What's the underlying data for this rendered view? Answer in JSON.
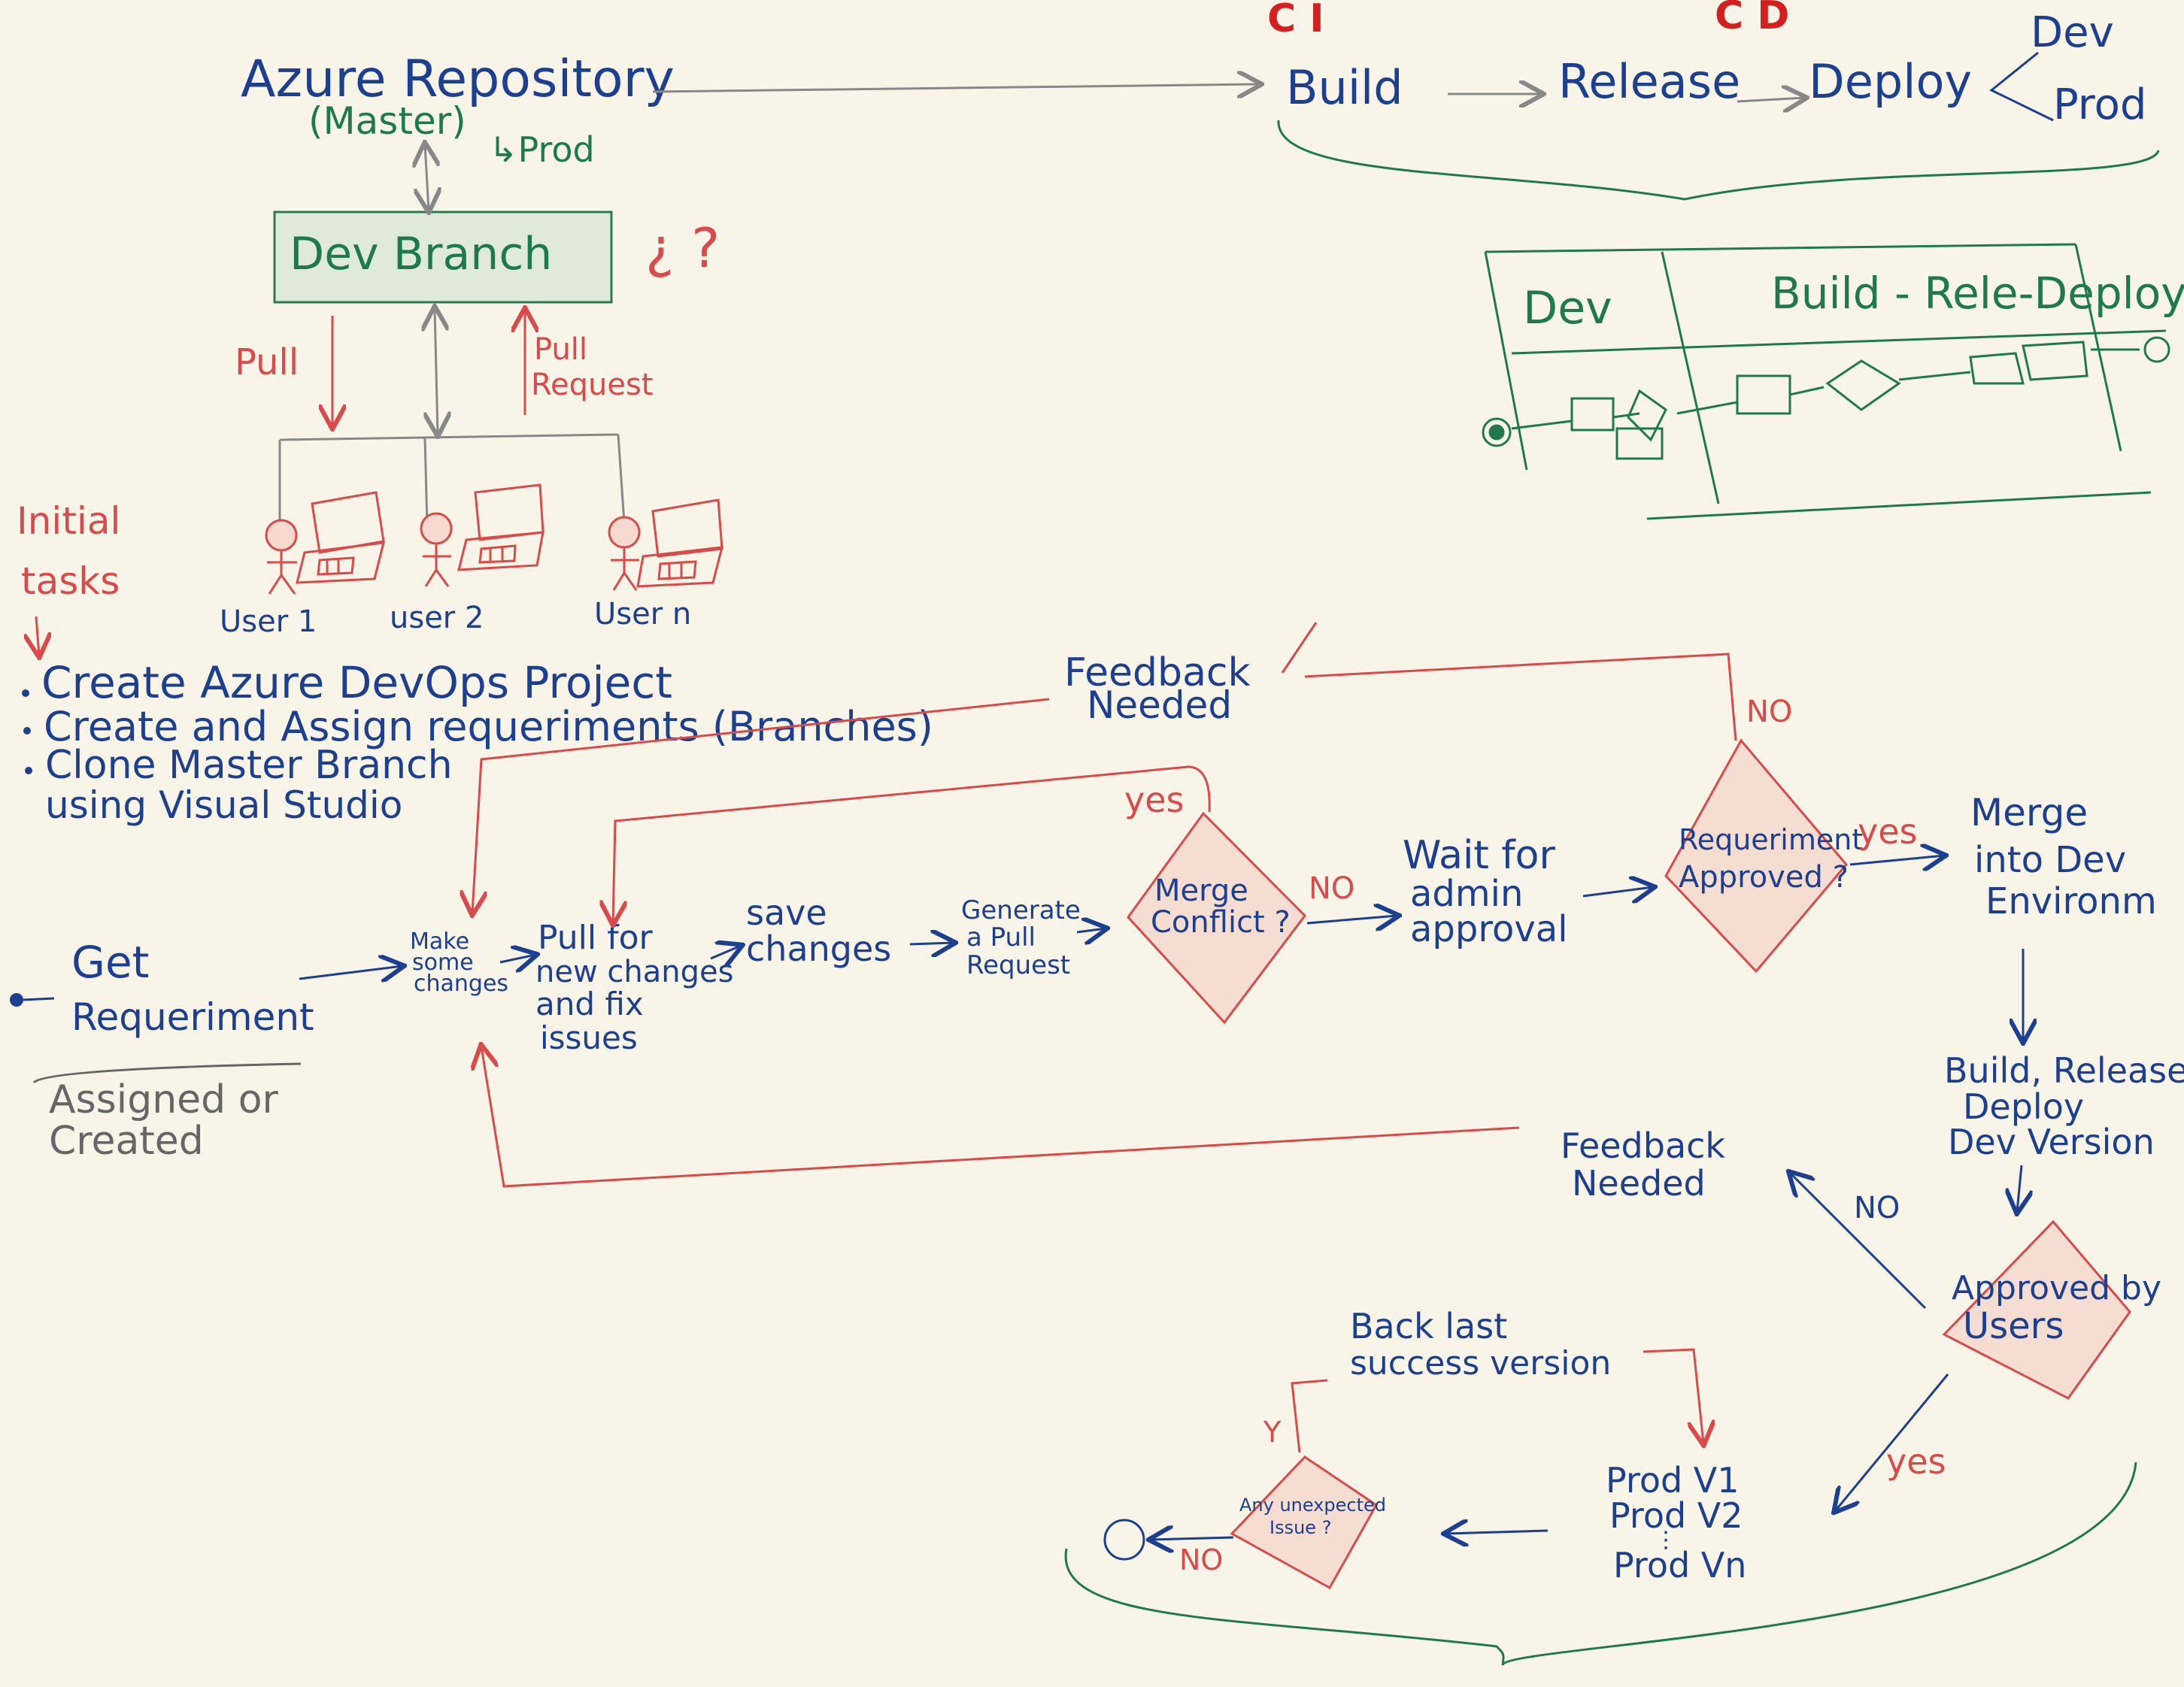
{
  "header": {
    "ci_label": "C I",
    "cd_label": "C D"
  },
  "repo": {
    "title": "Azure Repository",
    "master": "(Master)",
    "prod": "↳Prod"
  },
  "dev_branch": {
    "label": "Dev Branch",
    "question": "¿ ?"
  },
  "pull": {
    "pull_label": "Pull",
    "pull_request_line1": "Pull",
    "pull_request_line2": "Request"
  },
  "users": [
    "User 1",
    "user 2",
    "User n"
  ],
  "initial_tasks": {
    "heading_line1": "Initial",
    "heading_line2": "tasks",
    "items": [
      "Create Azure DevOps Project",
      "Create and Assign requeriments (Branches)",
      "Clone Master Branch",
      "using Visual Studio"
    ]
  },
  "pipeline": {
    "build": "Build",
    "release": "Release",
    "deploy": "Deploy",
    "dev": "Dev",
    "prod": "Prod"
  },
  "swimlane": {
    "col_dev": "Dev",
    "col_brd": "Build - Rele-Deploy"
  },
  "flow": {
    "get_req_line1": "Get",
    "get_req_line2": "Requeriment",
    "assigned_line1": "Assigned or",
    "assigned_line2": "Created",
    "make_changes": [
      "Make",
      "some",
      "changes"
    ],
    "pull_new": [
      "Pull for",
      "new changes",
      "and fix",
      "issues"
    ],
    "save_changes": [
      "save",
      "changes"
    ],
    "generate_pr": [
      "Generate",
      "a Pull",
      "Request"
    ],
    "merge_conflict": [
      "Merge",
      "Conflict ?"
    ],
    "wait_admin": [
      "Wait for",
      "admin",
      "approval"
    ],
    "req_approved": [
      "Requeriment",
      "Approved ?"
    ],
    "merge_dev": [
      "Merge",
      "into Dev",
      "Environm"
    ],
    "build_release": [
      "Build, Release",
      "Deploy",
      "Dev Version"
    ],
    "approved_users": [
      "Approved by",
      "Users"
    ],
    "feedback_top": [
      "Feedback",
      "Needed"
    ],
    "feedback_bottom": [
      "Feedback",
      "Needed"
    ],
    "back_last": [
      "Back last",
      "success version"
    ],
    "prod_versions": [
      "Prod V1",
      "Prod V2",
      "Prod Vn"
    ],
    "unexpected": [
      "Any unexpected",
      "Issue ?"
    ],
    "yes": "yes",
    "no": "NO",
    "y": "Y"
  }
}
